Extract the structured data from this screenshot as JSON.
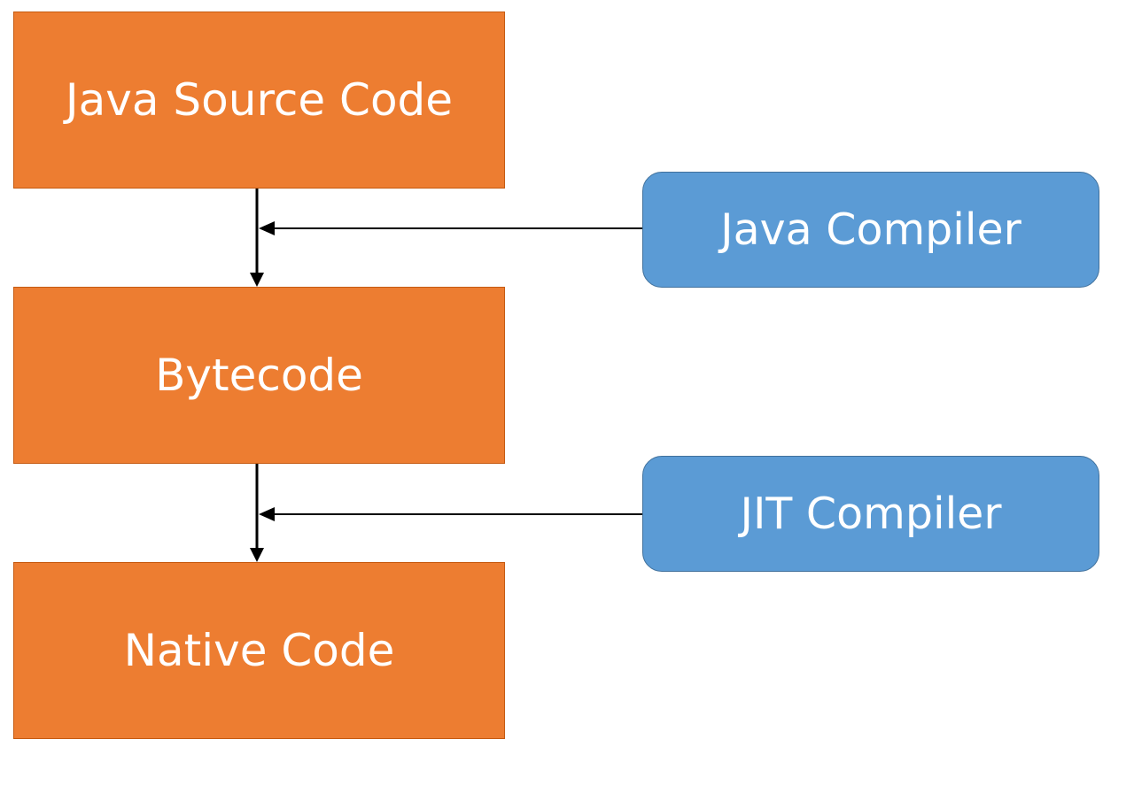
{
  "nodes": {
    "source": "Java Source Code",
    "bytecode": "Bytecode",
    "native": "Native Code",
    "java_compiler": "Java Compiler",
    "jit_compiler": "JIT Compiler"
  },
  "colors": {
    "stage_fill": "#ED7D31",
    "stage_border": "#C55A11",
    "compiler_fill": "#5B9BD5",
    "compiler_border": "#41719C",
    "text": "#FFFFFF",
    "arrow": "#000000"
  },
  "edges": [
    {
      "from": "source",
      "to": "bytecode",
      "label": ""
    },
    {
      "from": "java_compiler",
      "to": "source-bytecode-edge",
      "label": ""
    },
    {
      "from": "bytecode",
      "to": "native",
      "label": ""
    },
    {
      "from": "jit_compiler",
      "to": "bytecode-native-edge",
      "label": ""
    }
  ]
}
